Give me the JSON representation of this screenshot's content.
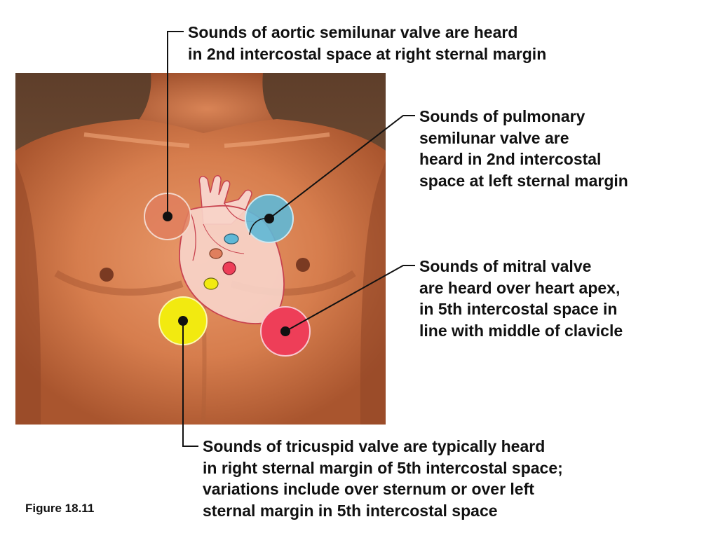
{
  "labels": {
    "aortic": {
      "lines": [
        "Sounds of aortic semilunar valve are heard",
        "in 2nd intercostal space at right sternal margin"
      ]
    },
    "pulmonary": {
      "lines": [
        "Sounds of pulmonary",
        "semilunar valve are",
        "heard in 2nd intercostal",
        "space at left sternal margin"
      ]
    },
    "mitral": {
      "lines": [
        "Sounds of mitral valve",
        "are heard over heart apex,",
        "in 5th intercostal space in",
        "line with middle of clavicle"
      ]
    },
    "tricuspid": {
      "lines": [
        "Sounds of tricuspid valve are typically heard",
        "in right sternal margin of 5th intercostal space;",
        "variations include over sternum or over left",
        "sternal margin in 5th intercostal space"
      ]
    }
  },
  "caption": "Figure 18.11",
  "colors": {
    "aortic": "#e07f5e",
    "pulmonary": "#5fb8d6",
    "mitral": "#ee3e58",
    "tricuspid": "#f2ea10",
    "heart_fill": "#f7d2c8",
    "heart_outline": "#c8434f",
    "skin_light": "#e08c5d",
    "skin_dark": "#a8552e",
    "background_photo": "#6b4a33"
  }
}
